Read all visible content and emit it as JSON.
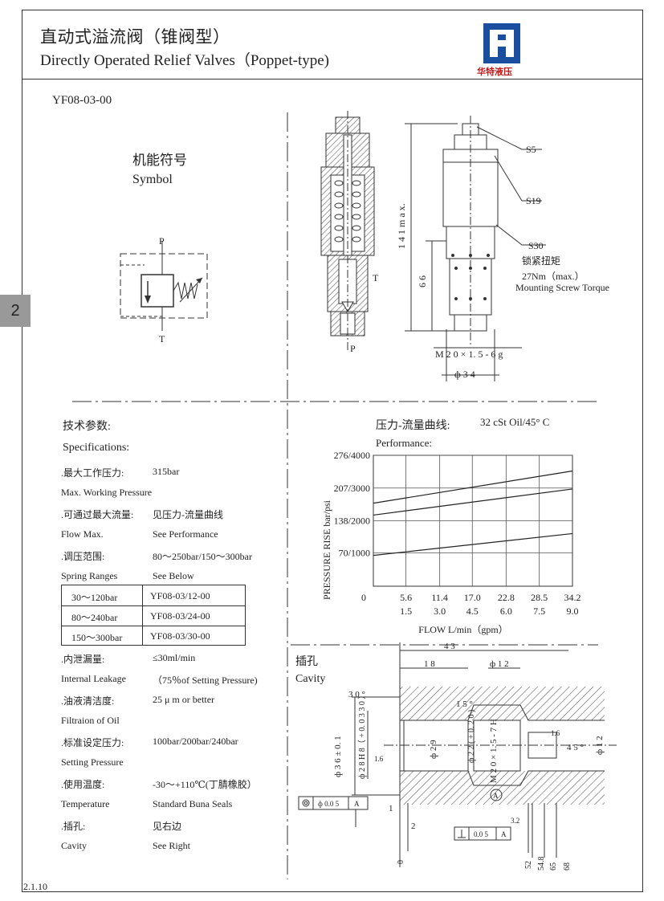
{
  "header": {
    "title_cn": "直动式溢流阀（锥阀型）",
    "title_en": "Directly Operated Relief Valves（Poppet-type)",
    "logo_text": "华特液压",
    "logo_color": "#1a4fa0"
  },
  "model": "YF08-03-00",
  "page_tab": "2",
  "footer_code": "2.1.10",
  "symbol": {
    "title_cn": "机能符号",
    "title_en": "Symbol",
    "port_p": "P",
    "port_t": "T"
  },
  "section_view": {
    "port_t": "T",
    "port_p": "P"
  },
  "dimensions": {
    "s5": "S5",
    "s19": "S19",
    "s30": "S30",
    "torque_cn": "锁紧扭矩",
    "torque_value": "27Nm（max.）",
    "torque_en": "Mounting Screw Torque",
    "overall": "1 4 1 m a x.",
    "height_66": "6 6",
    "thread": "M 2 0 × 1. 5 - 6 g",
    "diameter": "ф 3 4"
  },
  "specs": {
    "title_cn": "技术参数:",
    "title_en": "Specifications:",
    "rows": [
      {
        "label": ".最大工作压力:",
        "value": "315bar"
      },
      {
        "label": "Max. Working Pressure",
        "value": ""
      },
      {
        "label": ".可通过最大流量:",
        "value": "见压力-流量曲线"
      },
      {
        "label": "Flow Max.",
        "value": "See Performance"
      },
      {
        "label": ".调压范围:",
        "value": "80～250bar/150～300bar"
      },
      {
        "label": "Spring Ranges",
        "value": "See Below"
      }
    ],
    "ranges": [
      {
        "range": "30～120bar",
        "model": "YF08-03/12-00"
      },
      {
        "range": "80～240bar",
        "model": "YF08-03/24-00"
      },
      {
        "range": "150～300bar",
        "model": "YF08-03/30-00"
      }
    ],
    "rows2": [
      {
        "label": ".内泄漏量:",
        "value": "≤30ml/min"
      },
      {
        "label": "Internal Leakage",
        "value": "（75％of Setting Pressure)"
      },
      {
        "label": ".油液清洁度:",
        "value": "25 μ m or better"
      },
      {
        "label": "Filtraion of Oil",
        "value": ""
      },
      {
        "label": ".标准设定压力:",
        "value": "100bar/200bar/240bar"
      },
      {
        "label": "Setting Pressure",
        "value": ""
      },
      {
        "label": ".使用温度:",
        "value": "-30～+110℃(丁腈橡胶）"
      },
      {
        "label": "Temperature",
        "value": "Standard Buna Seals"
      },
      {
        "label": ".插孔:",
        "value": "见右边"
      },
      {
        "label": "Cavity",
        "value": "See Right"
      }
    ]
  },
  "performance": {
    "title_cn": "压力-流量曲线:",
    "title_en": "Performance:",
    "oil": "32 cSt Oil/45° C"
  },
  "chart_data": {
    "type": "line",
    "ylabel": "PRESSURE RISE  bar/psi",
    "xlabel": "FLOW L/min（gpm）",
    "y_ticks": [
      "276/4000",
      "207/3000",
      "138/2000",
      "70/1000"
    ],
    "y_tick_values": [
      276,
      207,
      138,
      70
    ],
    "x_origin_label": "0",
    "x_ticks_lpm": [
      "5.6",
      "11.4",
      "17.0",
      "22.8",
      "28.5",
      "34.2"
    ],
    "x_ticks_gpm": [
      "1.5",
      "3.0",
      "4.5",
      "6.0",
      "7.5",
      "9.0"
    ],
    "x_tick_values": [
      5.6,
      11.4,
      17.0,
      22.8,
      28.5,
      34.2
    ],
    "xlim": [
      0,
      34.2
    ],
    "ylim": [
      0,
      276
    ],
    "grid": true,
    "series": [
      {
        "x": [
          0,
          34.2
        ],
        "y": [
          175,
          243
        ]
      },
      {
        "x": [
          0,
          34.2
        ],
        "y": [
          150,
          205
        ]
      },
      {
        "x": [
          0,
          34.2
        ],
        "y": [
          65,
          111
        ]
      }
    ]
  },
  "cavity": {
    "title_cn": "插孔",
    "title_en": "Cavity",
    "d43": "4 3",
    "d18": "1 8",
    "d12": "ф 1 2",
    "a30": "3 0 °",
    "a15": "1 5 °",
    "a45": "4 5 °",
    "d36": "ф 3 6 ± 0. 1",
    "d28": "ф 2 8 H 8（ + 0. 0 3 3 0 ）",
    "d29": "ф 2 9",
    "d22": "ф 2 2 ( + 0. 2 0 )",
    "thread": "M 2 0 × 1. 5 - 7 H",
    "d12b": "ф 1 2",
    "r16": "1.6",
    "r32": "3.2",
    "r16b": "1.6",
    "tol1_val": "ф 0.0 5",
    "tol1_ref": "A",
    "tol2_val": "0.0 5",
    "tol2_ref": "A",
    "datum": "A",
    "dim_1": "1",
    "dim_2": "2",
    "b0": "0",
    "b52": "52",
    "b548": "54.8",
    "b65": "65",
    "b68": "68"
  }
}
